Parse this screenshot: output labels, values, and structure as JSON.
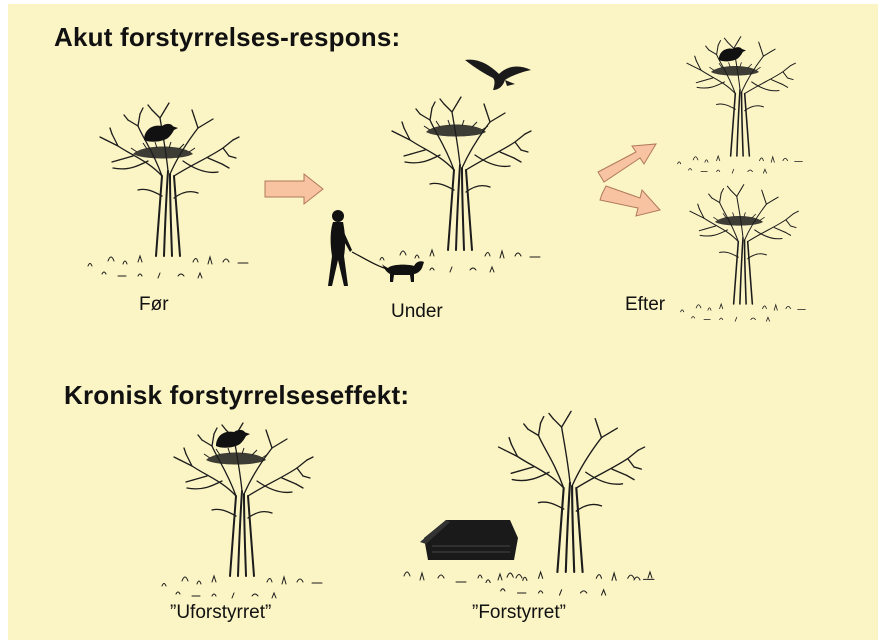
{
  "sections": {
    "acute": {
      "title": "Akut forstyrrelses-respons:",
      "before_label": "Før",
      "during_label": "Under",
      "after_label": "Efter"
    },
    "chronic": {
      "title": "Kronisk forstyrrelseseffekt:",
      "undisturbed_label": "”Uforstyrret”",
      "disturbed_label": "”Forstyrret”"
    }
  },
  "colors": {
    "background": "#fbf4c4",
    "arrow_fill": "#f7c3a0",
    "arrow_stroke": "#b07a5a",
    "ink": "#1c1c1c"
  }
}
